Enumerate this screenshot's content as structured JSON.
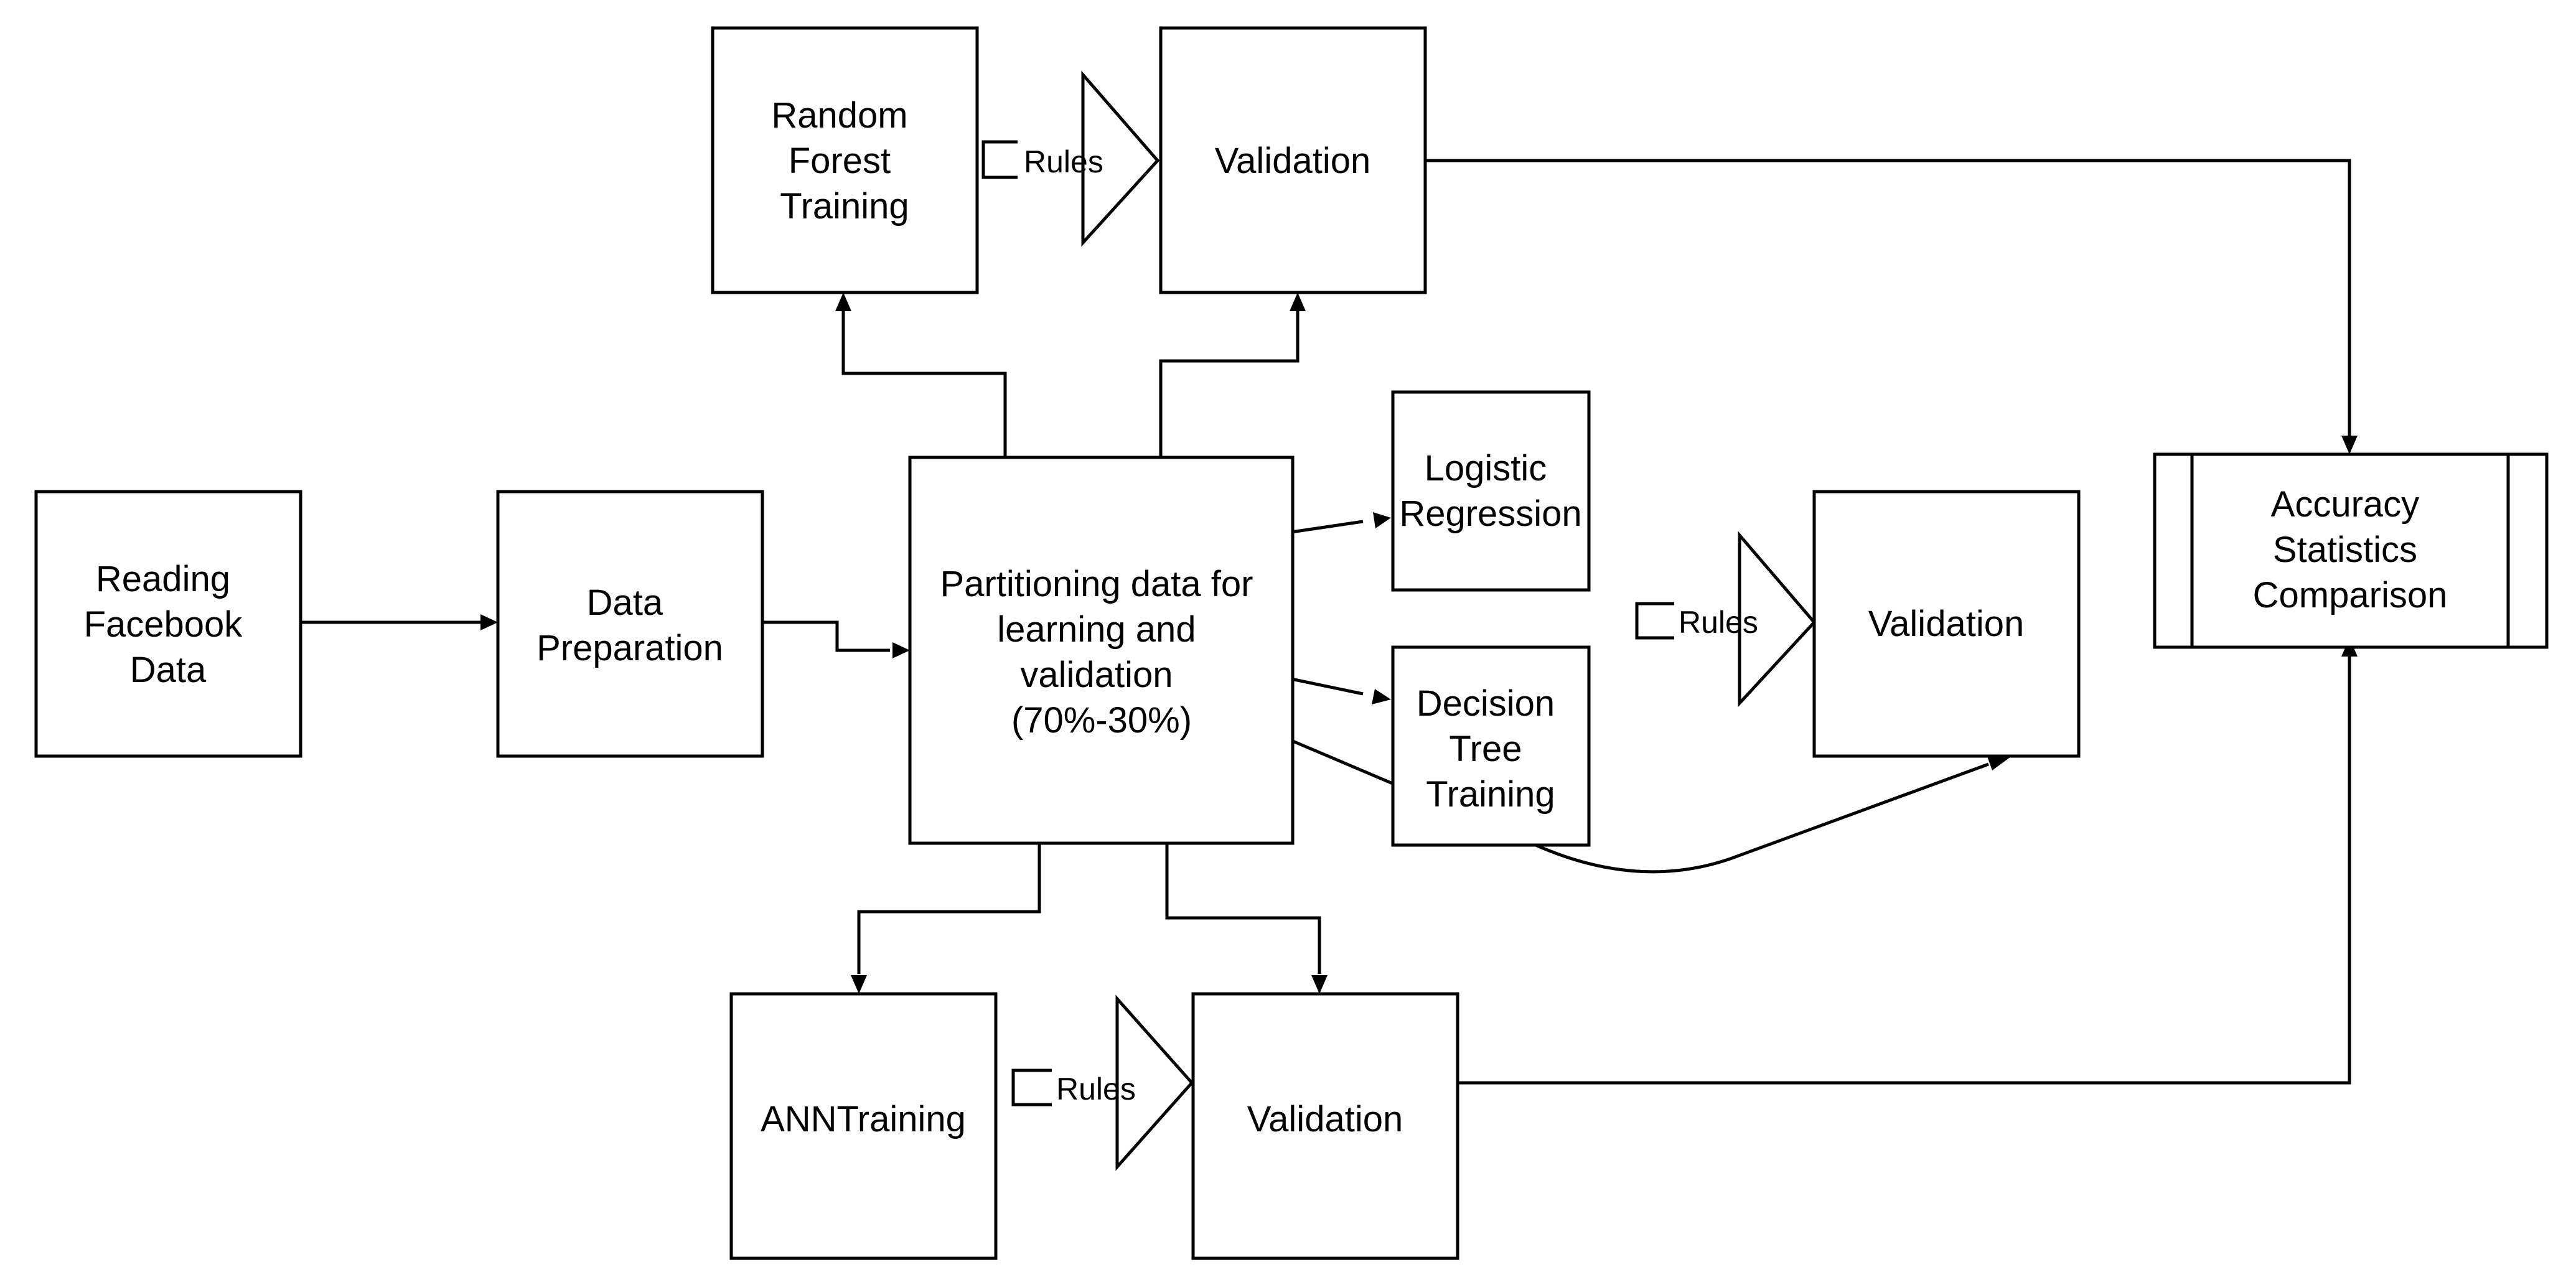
{
  "nodes": {
    "reading": {
      "lines": [
        "Reading",
        "Facebook",
        "Data"
      ]
    },
    "prep": {
      "lines": [
        "Data",
        "Preparation"
      ]
    },
    "partition": {
      "lines": [
        "Partitioning data for",
        "learning and",
        "validation",
        "(70%-30%)"
      ]
    },
    "rf": {
      "lines": [
        "Random",
        "Forest",
        "Training"
      ]
    },
    "val_top": {
      "lines": [
        "Validation"
      ]
    },
    "logistic": {
      "lines": [
        "Logistic",
        "Regression"
      ]
    },
    "dtree": {
      "lines": [
        "Decision",
        "Tree",
        "Training"
      ]
    },
    "val_mid": {
      "lines": [
        "Validation"
      ]
    },
    "ann": {
      "lines": [
        "ANNTraining"
      ]
    },
    "val_bottom": {
      "lines": [
        "Validation"
      ]
    },
    "accuracy": {
      "lines": [
        "Accuracy",
        "Statistics",
        "Comparison"
      ]
    }
  },
  "rules_label": "Rules"
}
